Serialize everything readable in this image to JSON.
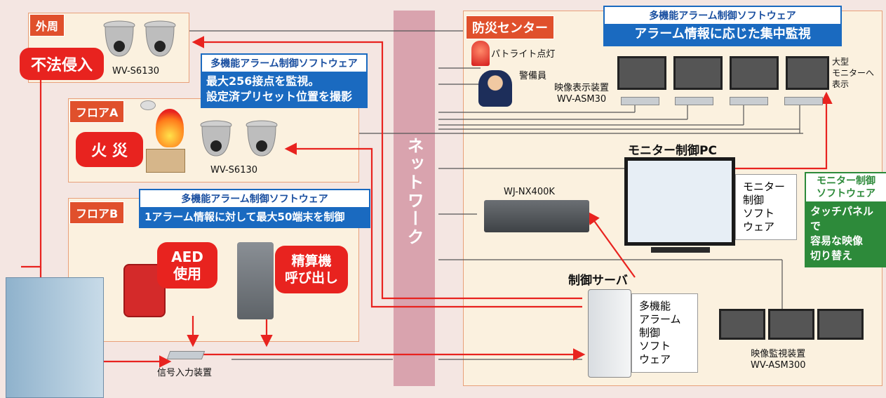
{
  "network": "ネットワーク",
  "zones": {
    "outer": "外周",
    "floorA": "フロアA",
    "floorB": "フロアB",
    "center": "防災センター"
  },
  "events": {
    "intrusion": "不法侵入",
    "fire": "火 災",
    "aed": [
      "AED",
      "使用"
    ],
    "checkout": [
      "精算機",
      "呼び出し"
    ]
  },
  "devices": {
    "camera_outer": "WV-S6130",
    "camera_floorA": "WV-S6130",
    "recorder": "WJ-NX400K",
    "monitor_pc_title": "モニター制御PC",
    "server_title": "制御サーバ",
    "signal_input": "信号入力装置",
    "display_device": [
      "映像表示装置",
      "WV-ASM30"
    ],
    "surveillance_device": [
      "映像監視装置",
      "WV-ASM300"
    ],
    "patlite": "パトライト点灯",
    "guard": "警備員",
    "large_monitor": [
      "大型",
      "モニターへ",
      "表示"
    ]
  },
  "callouts": {
    "alarm_256": {
      "header": "多機能アラーム制御ソフトウェア",
      "lines": [
        "最大256接点を監視。",
        "設定済プリセット位置を撮影"
      ]
    },
    "alarm_50": {
      "header": "多機能アラーム制御ソフトウェア",
      "lines": [
        "1アラーム情報に対して最大50端末を制御"
      ]
    },
    "alarm_center": {
      "header": "多機能アラーム制御ソフトウェア",
      "lines": [
        "アラーム情報に応じた集中監視"
      ]
    },
    "monitor_soft": {
      "header": [
        "モニター制御",
        "ソフトウェア"
      ],
      "lines": [
        "タッチパネルで",
        "容易な映像",
        "切り替え"
      ]
    }
  },
  "software_boxes": {
    "monitor": [
      "モニター",
      "制御",
      "ソフト",
      "ウェア"
    ],
    "server": [
      "多機能",
      "アラーム",
      "制御",
      "ソフト",
      "ウェア"
    ]
  },
  "colors": {
    "red_line": "#e8231f",
    "blue": "#1a6ac0",
    "green": "#2d8a3a",
    "tag": "#e0502c"
  }
}
